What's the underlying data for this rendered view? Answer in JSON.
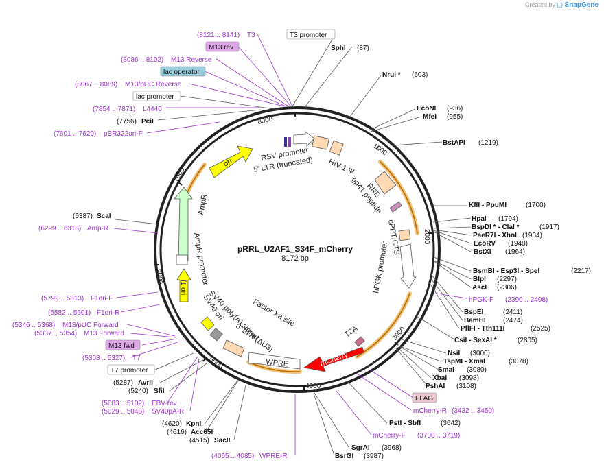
{
  "attribution": {
    "prefix": "Created by",
    "brand": "SnapGene"
  },
  "plasmid": {
    "name": "pRRL_U2AF1_S34F_mCherry",
    "size": "8172 bp"
  },
  "ticks": [
    "1000",
    "2000",
    "3000",
    "4000",
    "5000",
    "6000",
    "7000",
    "8000"
  ],
  "feature_labels": [
    "ori",
    "RSV promoter",
    "5′ LTR (truncated)",
    "HIV-1 Ψ",
    "RRE",
    "gp41 peptide",
    "cPPT/CTS",
    "hPGK promoter",
    "AmpR",
    "AmpR promoter",
    "f1 ori",
    "SV40 ori",
    "SV40 poly(A) signal",
    "3′ LTR (ΔU3)",
    "Factor Xa site",
    "WPRE",
    "T2A",
    "mCherry"
  ],
  "sites": {
    "sphi": {
      "name": "SphI",
      "pos": "(87)"
    },
    "nrui": {
      "name": "NruI *",
      "pos": "(603)"
    },
    "econi": {
      "name": "EcoNI",
      "pos": "(936)"
    },
    "mfei": {
      "name": "MfeI",
      "pos": "(955)"
    },
    "bstapi": {
      "name": "BstAPI",
      "pos": "(1219)"
    },
    "kfli": {
      "name": "KflI - PpuMI",
      "pos": "(1700)"
    },
    "hpai": {
      "name": "HpaI",
      "pos": "(1794)"
    },
    "bspdi": {
      "name": "BspDI * - ClaI *",
      "pos": "(1917)"
    },
    "paer7i": {
      "name": "PaeR7I - XhoI",
      "pos": "(1934)"
    },
    "ecorv": {
      "name": "EcoRV",
      "pos": "(1948)"
    },
    "bstxi": {
      "name": "BstXI",
      "pos": "(1964)"
    },
    "bsmbi": {
      "name": "BsmBI - Esp3I - SpeI",
      "pos": "(2217)"
    },
    "blpi": {
      "name": "BlpI",
      "pos": "(2297)"
    },
    "asci": {
      "name": "AscI",
      "pos": "(2306)"
    },
    "hpgkf": {
      "name": "hPGK-F",
      "pos": "(2390 .. 2408)"
    },
    "bspei": {
      "name": "BspEI",
      "pos": "(2411)"
    },
    "bamhi": {
      "name": "BamHI",
      "pos": "(2474)"
    },
    "pflfi": {
      "name": "PflFI - Tth111I",
      "pos": "(2525)"
    },
    "csii": {
      "name": "CsiI - SexAI *",
      "pos": "(2805)"
    },
    "nsii": {
      "name": "NsiI",
      "pos": "(3000)"
    },
    "tspmi": {
      "name": "TspMI - XmaI",
      "pos": "(3078)"
    },
    "smai": {
      "name": "SmaI",
      "pos": "(3080)"
    },
    "xbai": {
      "name": "XbaI",
      "pos": "(3098)"
    },
    "pshai": {
      "name": "PshAI",
      "pos": "(3108)"
    },
    "flag": {
      "name": "FLAG"
    },
    "mcherryr": {
      "name": "mCherry-R",
      "pos": "(3432 .. 3450)"
    },
    "psti": {
      "name": "PstI - SbfI",
      "pos": "(3642)"
    },
    "mcherryf": {
      "name": "mCherry-F",
      "pos": "(3700 .. 3719)"
    },
    "sgrai": {
      "name": "SgrAI",
      "pos": "(3968)"
    },
    "bsrgi": {
      "name": "BsrGI",
      "pos": "(3987)"
    },
    "wprer": {
      "name": "WPRE-R",
      "pos": "(4065 .. 4085)"
    },
    "sacii": {
      "name": "SacII",
      "pos": "(4515)"
    },
    "acc65i": {
      "name": "Acc65I",
      "pos": "(4616)"
    },
    "kpni": {
      "name": "KpnI",
      "pos": "(4620)"
    },
    "sv40par": {
      "name": "SV40pA-R",
      "pos": "(5029 .. 5048)"
    },
    "ebvrev": {
      "name": "EBV-rev",
      "pos": "(5083 .. 5102)"
    },
    "sfii": {
      "name": "SfiI",
      "pos": "(5240)"
    },
    "avrii": {
      "name": "AvrII",
      "pos": "(5287)"
    },
    "t7prom": {
      "name": "T7 promoter"
    },
    "t7": {
      "name": "T7",
      "pos": "(5308 .. 5327)"
    },
    "m13fwd": {
      "name": "M13 fwd"
    },
    "m13forward": {
      "name": "M13 Forward",
      "pos": "(5337 .. 5354)"
    },
    "m13pucf": {
      "name": "M13/pUC Forward",
      "pos": "(5346 .. 5368)"
    },
    "f1orir": {
      "name": "F1ori-R",
      "pos": "(5582 .. 5601)"
    },
    "f1orif": {
      "name": "F1ori-F",
      "pos": "(5792 .. 5813)"
    },
    "ampr": {
      "name": "Amp-R",
      "pos": "(6299 .. 6318)"
    },
    "scai": {
      "name": "ScaI",
      "pos": "(6387)"
    },
    "pbr322": {
      "name": "pBR322ori-F",
      "pos": "(7601 .. 7620)"
    },
    "pcii": {
      "name": "PciI",
      "pos": "(7756)"
    },
    "l4440": {
      "name": "L4440",
      "pos": "(7854 .. 7871)"
    },
    "lacprom": {
      "name": "lac promoter"
    },
    "m13pucrev": {
      "name": "M13/pUC Reverse",
      "pos": "(8067 .. 8089)"
    },
    "lacop": {
      "name": "lac operator"
    },
    "m13reverse": {
      "name": "M13 Reverse",
      "pos": "(8086 .. 8102)"
    },
    "m13rev": {
      "name": "M13 rev"
    },
    "t3": {
      "name": "T3",
      "pos": "(8121 .. 8141)"
    },
    "t3prom": {
      "name": "T3 promoter"
    }
  }
}
